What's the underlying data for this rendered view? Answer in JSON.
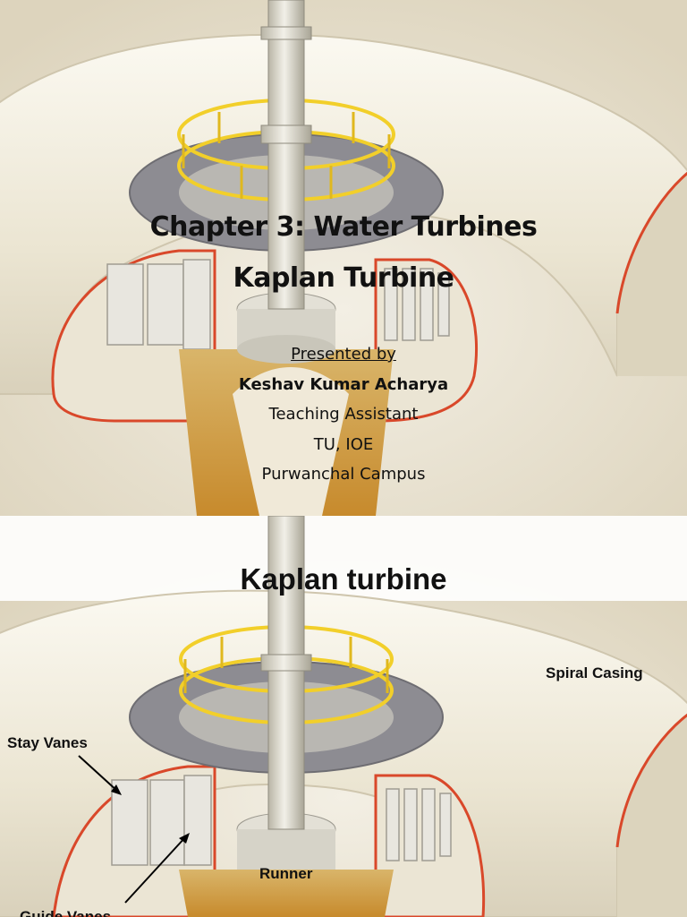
{
  "slide1": {
    "title_line1": "Chapter 3: Water Turbines",
    "title_line2": "Kaplan Turbine",
    "presented_by": "Presented by",
    "presenter": "Keshav Kumar Acharya",
    "role": "Teaching Assistant",
    "institution": "TU, IOE",
    "campus": "Purwanchal Campus"
  },
  "slide2": {
    "title": "Kaplan turbine",
    "labels": {
      "spiral_casing": "Spiral Casing",
      "stay_vanes": "Stay Vanes",
      "runner": "Runner",
      "guide_vanes": "Guide Vanes"
    }
  },
  "colors": {
    "casing": "#efeadb",
    "cut_edge": "#d9482a",
    "railing": "#f2cf2a",
    "floor": "#e9e2cf",
    "shaft": "#d8d5c8"
  }
}
